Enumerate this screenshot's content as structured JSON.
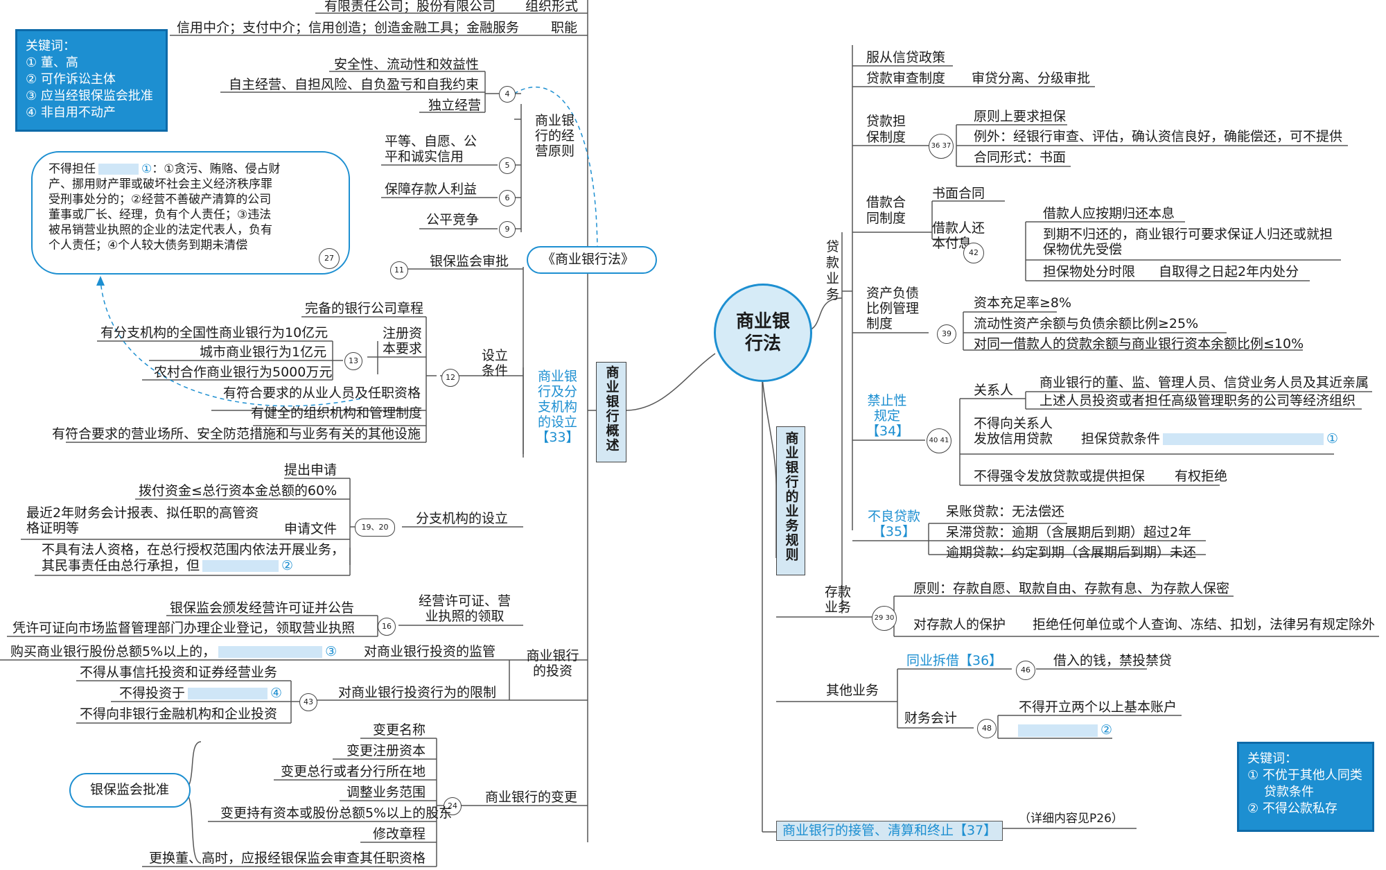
{
  "center": "商业银行法",
  "left_branch": "商业银行概述",
  "right_branch": "商业银行的业务规则",
  "keywords_left": [
    "关键词：",
    "① 董、高",
    "② 可作诉讼主体",
    "③ 应当经银保监会批准",
    "④ 非自用不动产"
  ],
  "keywords_right": [
    "关键词：",
    "① 不优于其他人同类",
    "贷款条件",
    "② 不得公款私存"
  ],
  "cloud_law": "《商业银行法》",
  "cloud_regulator": "银保监会批准",
  "forbidden": {
    "lines": [
      "不得担任",
      "：①贪污、贿赂、侵占财",
      "产、挪用财产罪或破坏社会主义经济秩序罪",
      "受刑事处分的；②经营不善破产清算的公司",
      "董事或厂长、经理，负有个人责任；③违法",
      "被吊销营业执照的企业的法定代表人，负有",
      "个人责任；④个人较大债务到期未清偿"
    ],
    "mark": "①",
    "num": "27"
  },
  "left": {
    "org_form": "有限责任公司；股份有限公司",
    "org_form_label": "组织形式",
    "functions": "信用中介；支付中介；信用创造；创造金融工具；金融服务",
    "functions_label": "职能",
    "principles_label": "商业银行的经营原则",
    "p4a": "安全性、流动性和效益性",
    "p4b": "自主经营、自担风险、自负盈亏和自我约束",
    "p4c": "独立经营",
    "p5": "平等、自愿、公平和诚实信用",
    "p6": "保障存款人利益",
    "p9": "公平竞争",
    "n4": "4",
    "n5": "5",
    "n6": "6",
    "n9": "9",
    "setup_label": "商业银行及分支机构的设立",
    "setup_ref": "【33】",
    "approval": "银保监会审批",
    "n11": "11",
    "conditions_label": "设立条件",
    "n12": "12",
    "c_articles": "完备的银行公司章程",
    "capital_label": "注册资本要求",
    "n13": "13",
    "cap1": "有分支机构的全国性商业银行为10亿元",
    "cap2": "城市商业银行为1亿元",
    "cap3": "农村合作商业银行为5000万元",
    "c_staff": "有符合要求的从业人员及任职资格",
    "c_org": "有健全的组织机构和管理制度",
    "c_place": "有符合要求的营业场所、安全防范措施和与业务有关的其他设施",
    "branch_label": "分支机构的设立",
    "n1920": "19、20",
    "b_apply": "提出申请",
    "b_fund": "拨付资金≤总行资本金总额的60%",
    "b_docs1": "最近2年财务会计报表、拟任职的高管资",
    "b_docs2": "格证明等",
    "b_docs_label": "申请文件",
    "b_legal1": "不具有法人资格，在总行授权范围内依法开展业务，",
    "b_legal2": "其民事责任由总行承担，但",
    "b_legal_mark": "②",
    "license_label": "经营许可证、营业执照的领取",
    "n16": "16",
    "l1": "银保监会颁发经营许可证并公告",
    "l2": "凭许可证向市场监督管理部门办理企业登记，领取营业执照",
    "invest_label": "商业银行的投资",
    "inv_super": "对商业银行投资的监管",
    "inv_buy": "购买商业银行股份总额5%以上的，",
    "inv_buy_mark": "③",
    "inv_limit": "对商业银行投资行为的限制",
    "n43": "43",
    "lim1": "不得从事信托投资和证券经营业务",
    "lim2": "不得投资于",
    "lim2_mark": "④",
    "lim3": "不得向非银行金融机构和企业投资",
    "change_label": "商业银行的变更",
    "n24": "24",
    "ch1": "变更名称",
    "ch2": "变更注册资本",
    "ch3": "变更总行或者分行所在地",
    "ch4": "调整业务范围",
    "ch5": "变更持有资本或股份总额5%以上的股东",
    "ch6": "修改章程",
    "ch7": "更换董、高时，应报经银保监会审查其任职资格"
  },
  "right": {
    "loans_label": "贷款业务",
    "r_policy": "服从信贷政策",
    "r_review": "贷款审查制度",
    "r_review_val": "审贷分离、分级审批",
    "guar_label": "贷款担保制度",
    "n3637": "36 37",
    "g1": "原则上要求担保",
    "g2": "例外：经银行审查、评估，确认资信良好，确能偿还，可不提供",
    "g3": "合同形式：书面",
    "contract_label": "借款合同制度",
    "k_written": "书面合同",
    "k_repay_label": "借款人还本付息",
    "n42": "42",
    "k1": "借款人应按期归还本息",
    "k2a": "到期不归还的，商业银行可要求保证人归还或就担",
    "k2b": "保物优先受偿",
    "k3": "担保物处分时限",
    "k3v": "自取得之日起2年内处分",
    "ratio_label": "资产负债比例管理制度",
    "n39": "39",
    "ra1": "资本充足率≥8%",
    "ra2": "流动性资产余额与负债余额比例≥25%",
    "ra3": "对同一借款人的贷款余额与商业银行资本余额比例≤10%",
    "prohib_label": "禁止性规定",
    "prohib_ref": "【34】",
    "n4041": "40 41",
    "related": "关系人",
    "rel1": "商业银行的董、监、管理人员、信贷业务人员及其近亲属",
    "rel2": "上述人员投资或者担任高级管理职务的公司等经济组织",
    "nocredit1": "不得向关系人",
    "nocredit2": "发放信用贷款",
    "guar_cond": "担保贷款条件",
    "guar_cond_mark": "①",
    "force": "不得强令发放贷款或提供担保",
    "refuse": "有权拒绝",
    "bad_label": "不良贷款",
    "bad_ref": "【35】",
    "bad1": "呆账贷款：无法偿还",
    "bad2": "呆滞贷款：逾期（含展期后到期）超过2年",
    "bad3": "逾期贷款：约定到期（含展期后到期）未还",
    "deposit_label": "存款业务",
    "n2930": "29 30",
    "d1": "原则：存款自愿、取款自由、存款有息、为存款人保密",
    "d2": "对存款人的保护",
    "d2v": "拒绝任何单位或个人查询、冻结、扣划，法律另有规定除外",
    "other_label": "其他业务",
    "interbank": "同业拆借【36】",
    "n46": "46",
    "ib1": "借入的钱，禁投禁贷",
    "acct_label": "财务会计",
    "n48": "48",
    "ac1": "不得开立两个以上基本账户",
    "ac2_mark": "②",
    "takeover": "商业银行的接管、清算和终止【37】",
    "takeover_note": "（详细内容见P26）"
  }
}
